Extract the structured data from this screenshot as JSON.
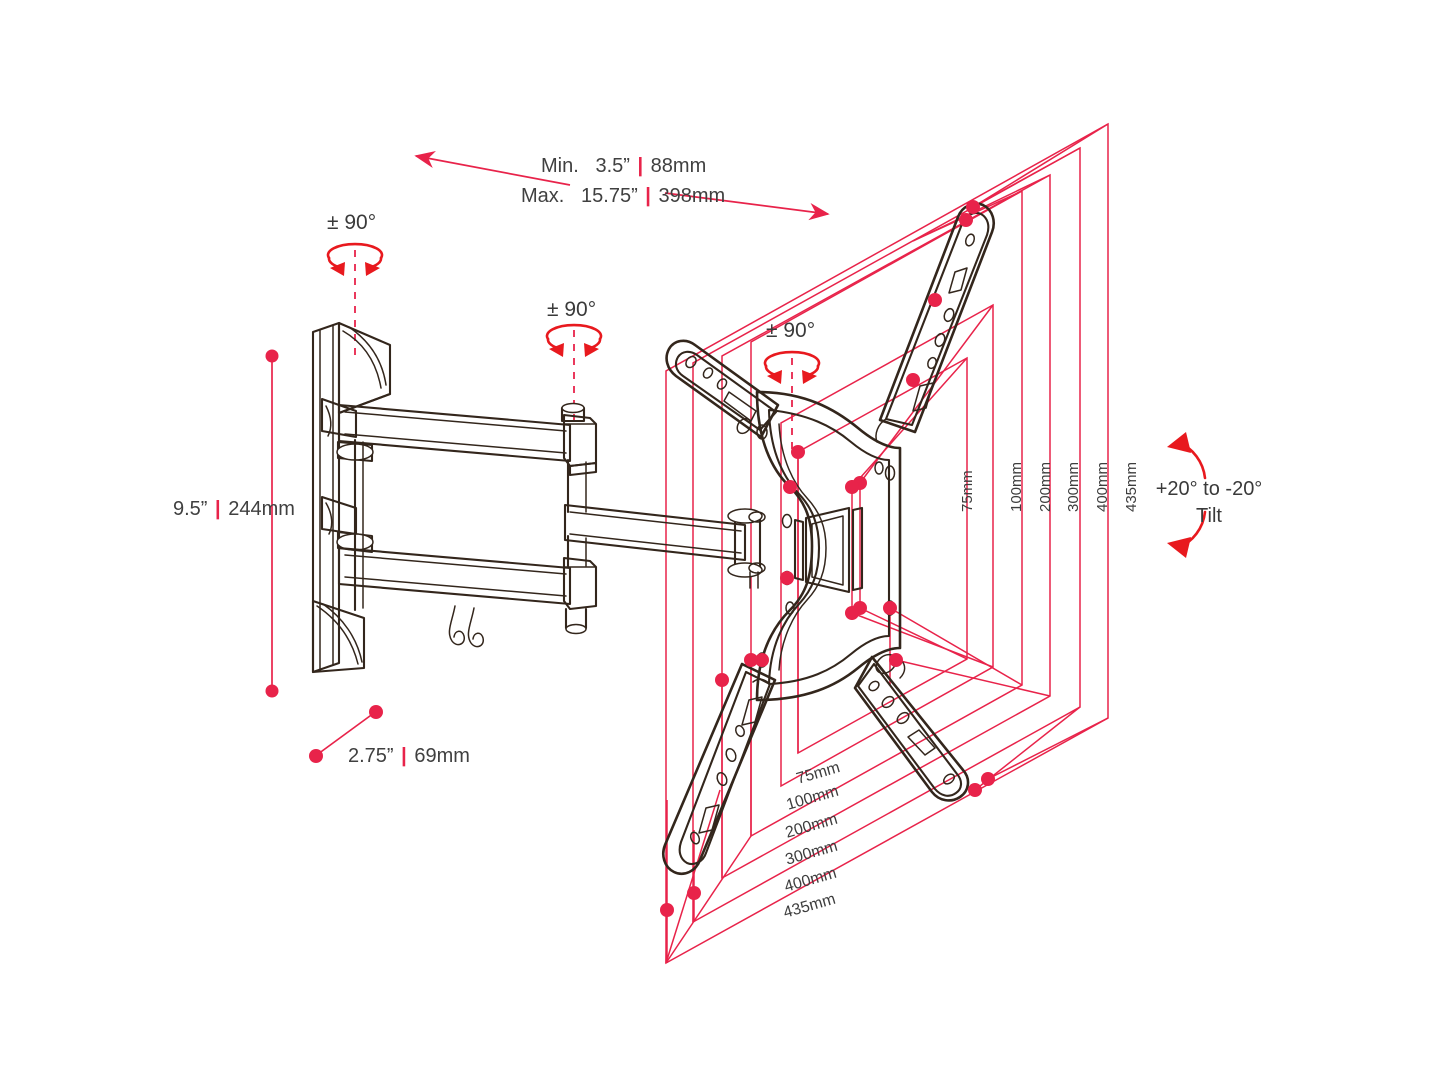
{
  "diagram": {
    "title": "Full-Motion Articulating TV Wall Mount — Dimension Specification",
    "colors": {
      "line_art": "#33261c",
      "dimension": "#E8234A",
      "rotation_arrow": "#E8191E",
      "text": "#3a3a3a",
      "background": "#ffffff"
    }
  },
  "extension": {
    "min_label": "Min.",
    "min_inch": "3.5”",
    "min_mm": "88mm",
    "max_label": "Max.",
    "max_inch": "15.75”",
    "max_mm": "398mm",
    "separator": "|"
  },
  "height": {
    "inch": "9.5”",
    "mm": "244mm",
    "separator": "|"
  },
  "depth": {
    "inch": "2.75”",
    "mm": "69mm",
    "separator": "|"
  },
  "swivel": {
    "wall_joint": "± 90°",
    "mid_joint": "± 90°",
    "plate_joint": "± 90°"
  },
  "tilt": {
    "range": "+20° to -20°",
    "label": "Tilt"
  },
  "vesa": {
    "vertical_labels": [
      "75mm",
      "100mm",
      "200mm",
      "300mm",
      "400mm",
      "435mm"
    ],
    "horizontal_labels": [
      "75mm",
      "100mm",
      "200mm",
      "300mm",
      "400mm",
      "435mm"
    ]
  },
  "icons": {
    "arrow_left": "arrow-left-icon",
    "arrow_right": "arrow-right-icon",
    "rotation": "rotation-arrow-icon",
    "tilt_up": "tilt-arrow-up-icon",
    "tilt_down": "tilt-arrow-down-icon"
  }
}
